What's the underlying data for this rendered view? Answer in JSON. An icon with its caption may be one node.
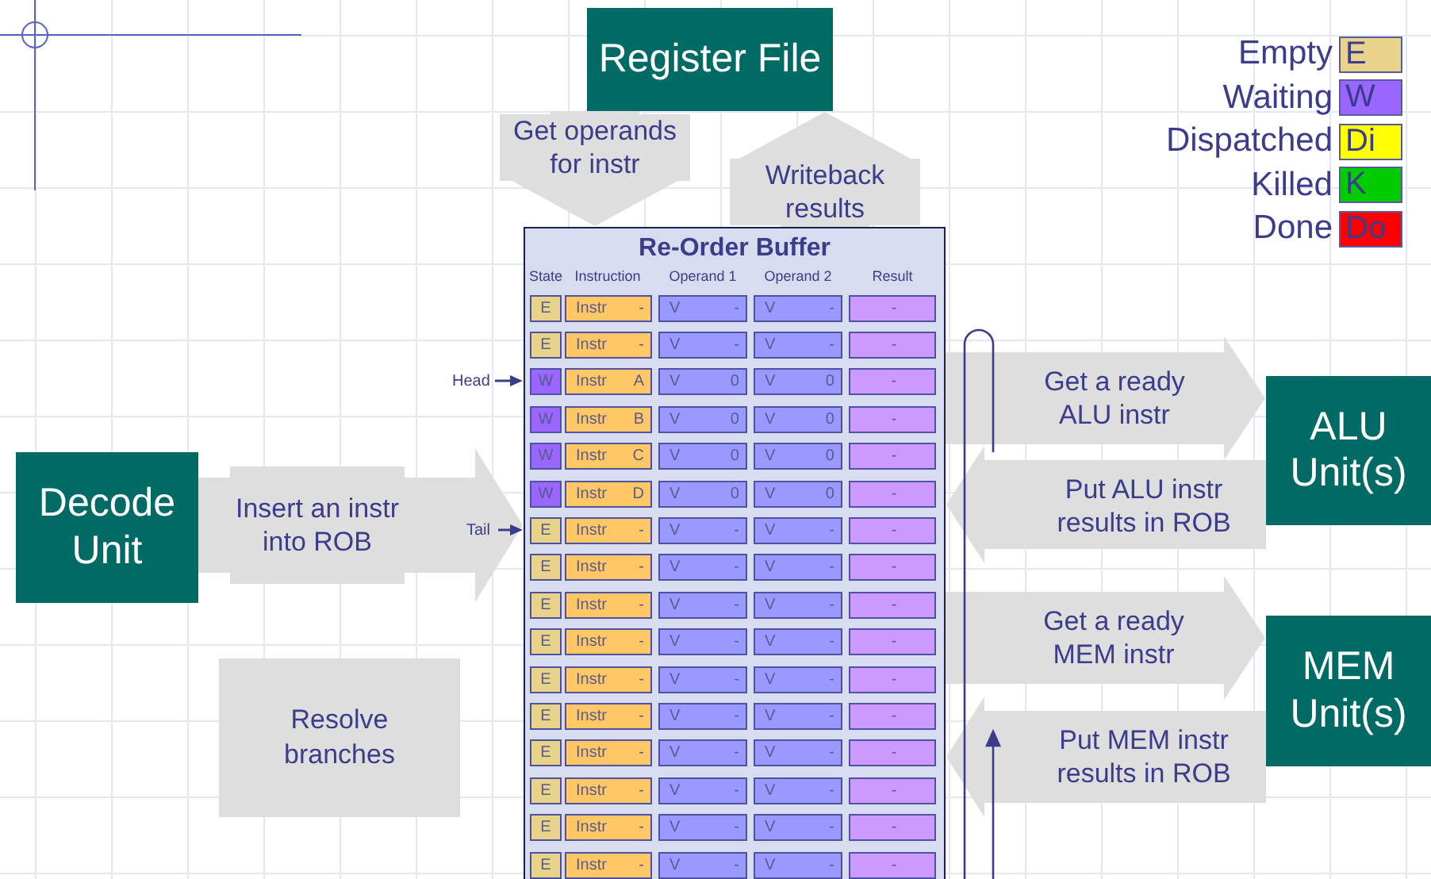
{
  "diagram": {
    "nodes": [
      {
        "text": [
          "Register File"
        ]
      },
      {
        "text": [
          "Re-Order Buffer"
        ]
      },
      {
        "text": [
          "Decode Unit"
        ]
      },
      {
        "text": [
          "ALU Unit(s)"
        ]
      },
      {
        "text": [
          "MEM Unit(s)"
        ]
      },
      {
        "text": [
          "Head"
        ]
      },
      {
        "text": [
          "Tail"
        ]
      },
      {
        "text": [
          "Resolve branches"
        ]
      }
    ],
    "edges": [
      {
        "from": 0,
        "to": 1,
        "arrow": "to",
        "label": "Get operands for instr"
      },
      {
        "from": 1,
        "to": 0,
        "arrow": "to",
        "label": "Writeback results"
      },
      {
        "from": 2,
        "to": 1,
        "arrow": "to",
        "label": "Insert an instr into ROB"
      },
      {
        "from": 1,
        "to": 3,
        "arrow": "to",
        "label": "Get a ready ALU instr"
      },
      {
        "from": 3,
        "to": 1,
        "arrow": "to",
        "label": "Put ALU instr results in ROB"
      },
      {
        "from": 1,
        "to": 4,
        "arrow": "to",
        "label": "Get a ready MEM instr"
      },
      {
        "from": 4,
        "to": 1,
        "arrow": "to",
        "label": "Put MEM instr results in ROB"
      },
      {
        "from": 5,
        "to": 1,
        "arrow": "to",
        "color": "#3c3c8c"
      },
      {
        "from": 6,
        "to": 1,
        "arrow": "to",
        "color": "#3c3c8c"
      }
    ],
    "labels": [
      "E",
      "W",
      "Di",
      "K",
      "Do",
      "State",
      "Instruction",
      "Operand 1",
      "Operand 2",
      "Result",
      "E",
      "Instr -",
      "V -",
      "V -",
      "-",
      "E",
      "Instr -",
      "V -",
      "V -",
      "-",
      "W",
      "Instr A",
      "V 0",
      "V 0",
      "-",
      "W",
      "Instr B",
      "V 0",
      "V 0",
      "-",
      "W",
      "Instr C",
      "V 0",
      "V 0",
      "-",
      "W",
      "Instr D",
      "V 0",
      "V 0",
      "-",
      "E",
      "Instr -",
      "V -",
      "V -",
      "-",
      "E",
      "Instr -",
      "V -",
      "V -",
      "-",
      "E",
      "Instr -",
      "V -",
      "V -",
      "-",
      "E",
      "Instr -",
      "V -",
      "V -",
      "-",
      "E",
      "Instr -",
      "V -",
      "V -",
      "-",
      "E",
      "Instr -",
      "V -",
      "V -",
      "-",
      "E",
      "Instr -",
      "V -",
      "V -",
      "-",
      "E",
      "Instr -",
      "V -",
      "V -",
      "-",
      "E",
      "Instr -",
      "V -",
      "V -",
      "-",
      "E",
      "Instr -",
      "V -",
      "V -",
      "-"
    ],
    "legend": [
      {
        "text": "Empty",
        "color": "#e8d38a"
      },
      {
        "text": "Waiting",
        "color": "#9966ff"
      },
      {
        "text": "Dispatched",
        "color": "#ffff00"
      },
      {
        "text": "Killed",
        "color": "#00cc00"
      },
      {
        "text": "Done",
        "color": "#ff0000"
      }
    ]
  }
}
